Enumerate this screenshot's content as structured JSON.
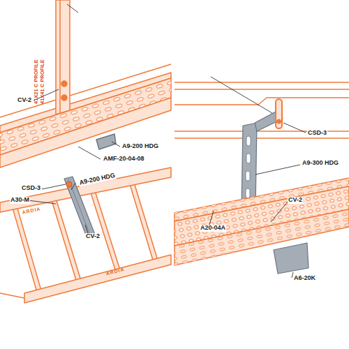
{
  "diagram": {
    "labels": [
      "41X21 C PROFILE",
      "41X41 C PROFILE",
      "CV-2",
      "A9-200 HDG",
      "AMF-20-04-08",
      "CSD-3",
      "A9-200 HDG",
      "A30-M",
      "CV-2",
      "CSD-3",
      "A9-300 HDG",
      "A20-04A",
      "CV-2",
      "A6-20K",
      "ARDIA",
      "ARDIA"
    ]
  }
}
